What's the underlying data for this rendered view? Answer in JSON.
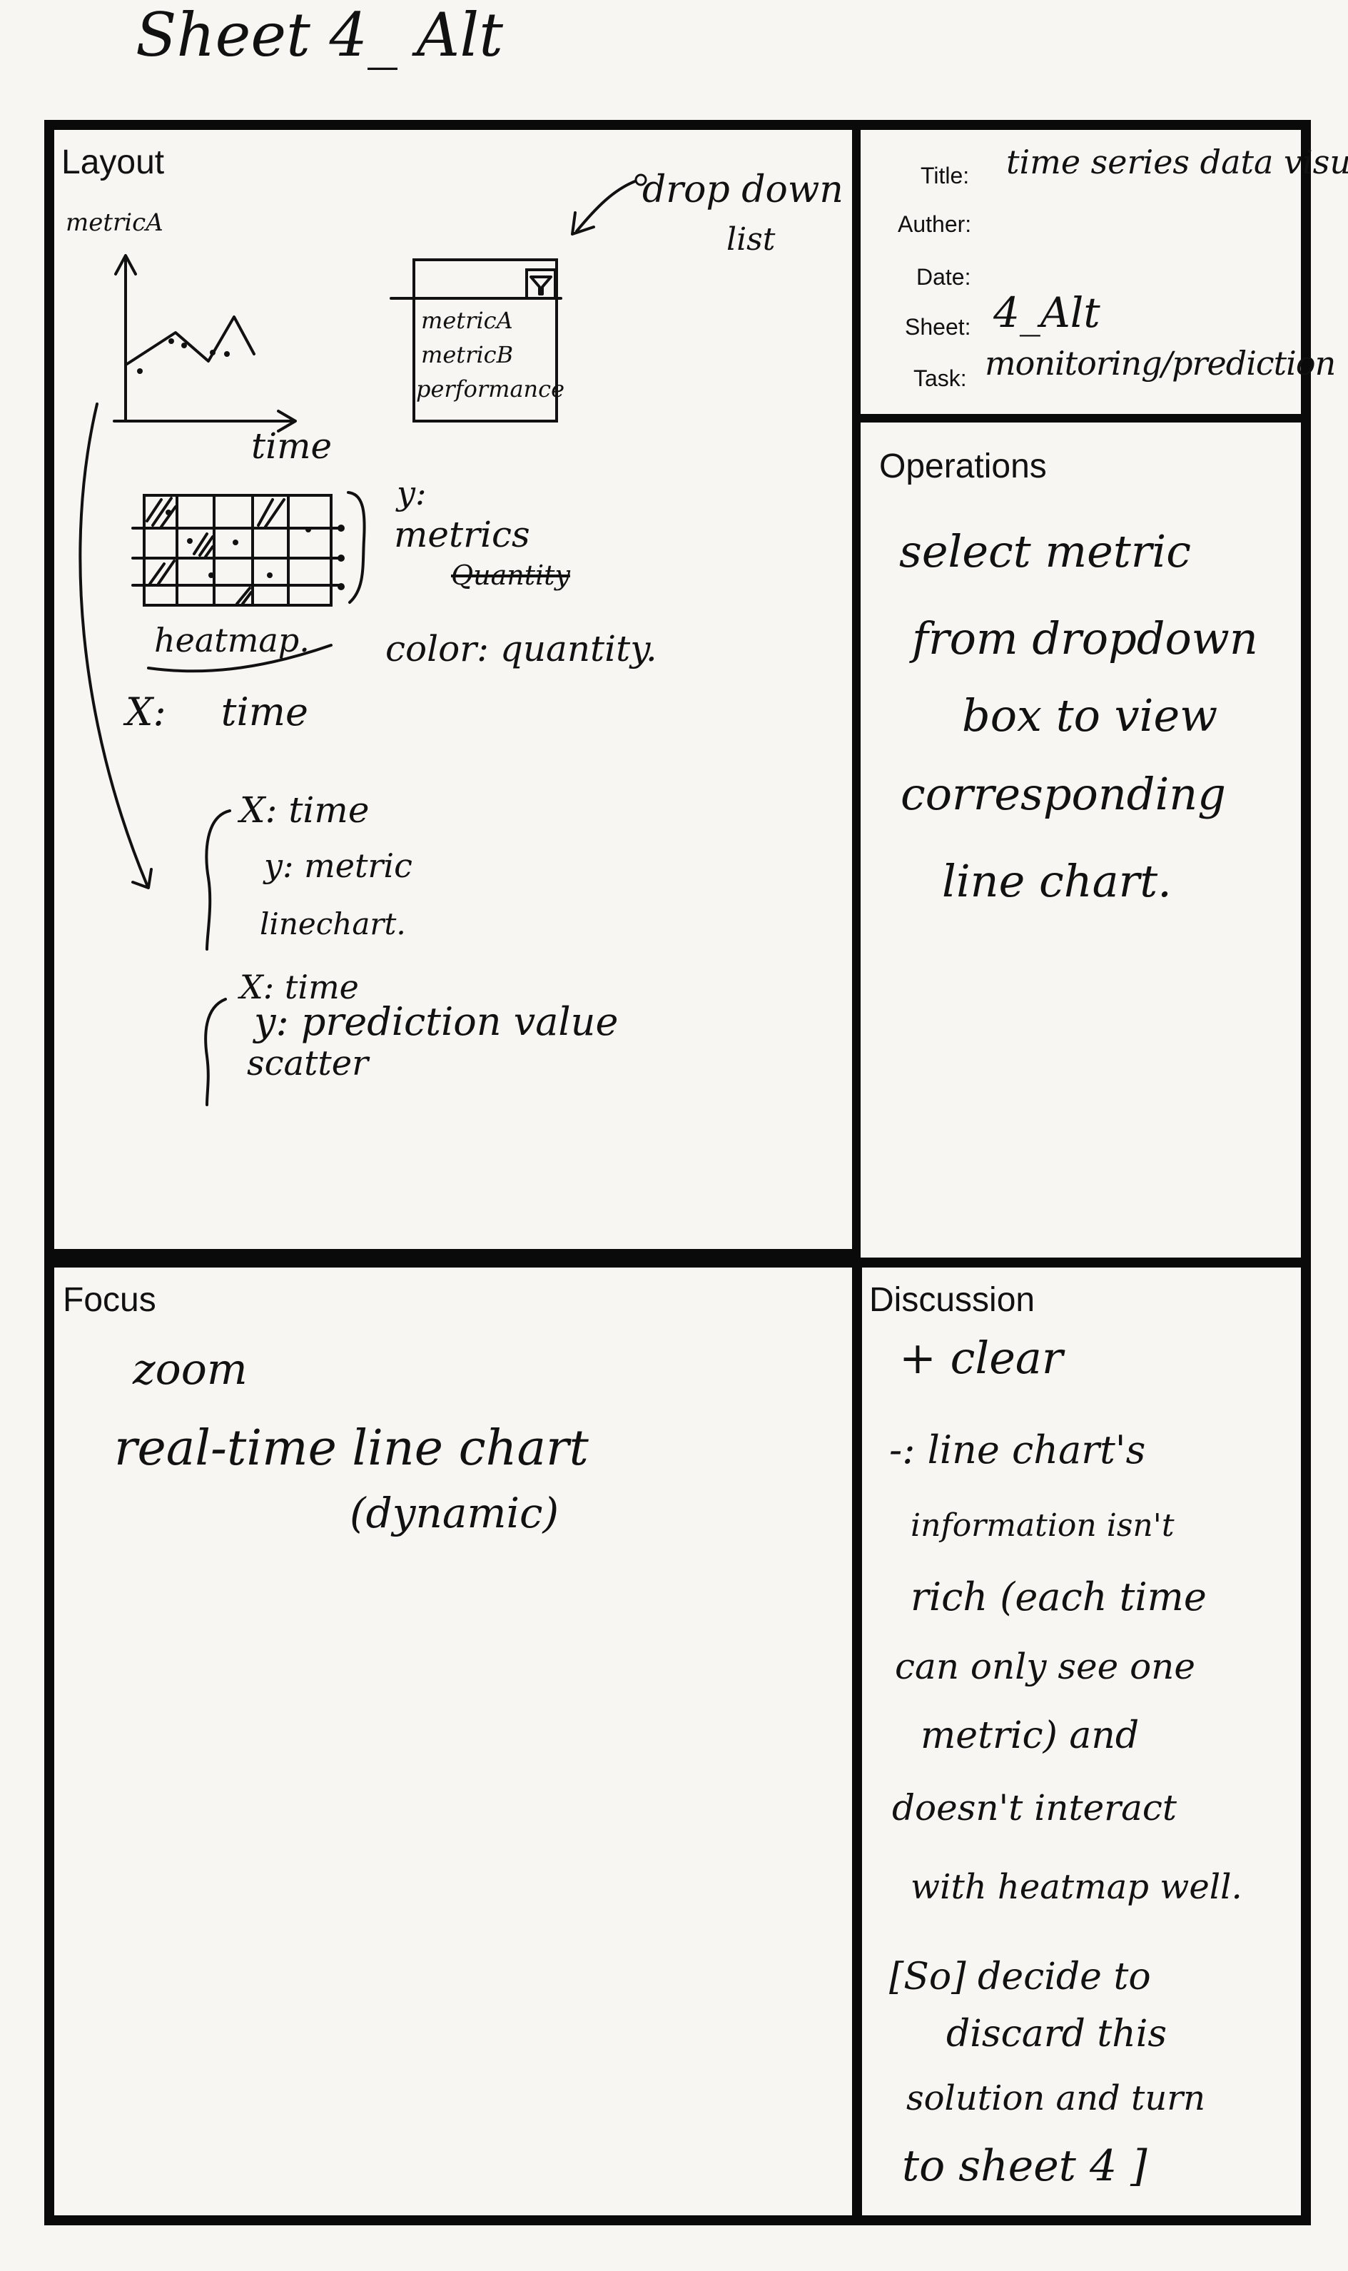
{
  "sheet_title": "Sheet 4_ Alt",
  "layout": {
    "heading": "Layout",
    "line_sketch": {
      "y_label": "metricA",
      "x_label": "time"
    },
    "dropdown": {
      "callout": [
        "drop down",
        "list"
      ],
      "items": [
        "metricA",
        "metricB",
        "performance"
      ],
      "icon": "funnel-icon"
    },
    "heatmap": {
      "caption": "heatmap.",
      "y_note": [
        "y:",
        "metrics"
      ],
      "struck_word": "Quantity",
      "color_note": "color: quantity.",
      "x_note": "X: time"
    },
    "line_chart_spec": [
      "X: time",
      "y: metric",
      "linechart."
    ],
    "scatter_spec": [
      "X: time",
      "y: prediction value",
      "scatter"
    ]
  },
  "info": {
    "title_label": "Title:",
    "title_value": "time series data visu",
    "author_label": "Auther:",
    "author_value": "",
    "date_label": "Date:",
    "date_value": "",
    "sheet_label": "Sheet:",
    "sheet_value": "4_Alt",
    "task_label": "Task:",
    "task_value": "monitoring/prediction"
  },
  "operations": {
    "heading": "Operations",
    "lines": [
      "select metric",
      "from dropdown",
      "box to view",
      "corresponding",
      "line chart."
    ]
  },
  "focus": {
    "heading": "Focus",
    "lines": [
      "zoom",
      "real-time line chart",
      "(dynamic)"
    ]
  },
  "discussion": {
    "heading": "Discussion",
    "lines": [
      "+ clear",
      "-: line chart's",
      "information isn't",
      "rich (each time",
      "can only see one",
      "metric) and",
      "doesn't interact",
      "with heatmap well.",
      "[So] decide to",
      "discard this",
      "solution and turn",
      "to sheet 4 ]"
    ]
  }
}
